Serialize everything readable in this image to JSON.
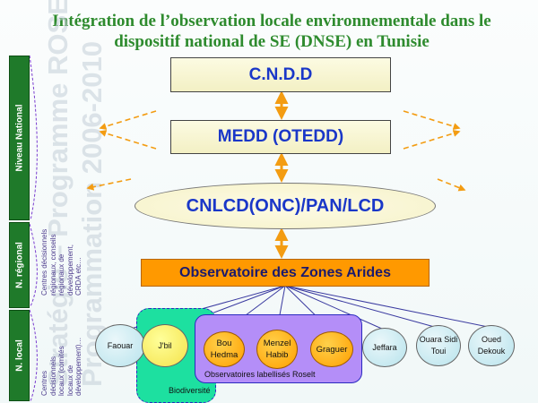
{
  "title": "Intégration de l’observation locale environnementale dans le dispositif national de SE (DNSE) en Tunisie",
  "watermark": {
    "line1": "Stratégie – Programme ROSELT/OSS",
    "line2": "Programmation 2006-2010"
  },
  "levels": [
    {
      "label": "Niveau National"
    },
    {
      "label": "N. régional"
    },
    {
      "label": "N. local"
    }
  ],
  "regional_note": "Centres décisionnels régionaux, conseils régionaux de développement, CRDA etc…",
  "local_note": "Centres décisionnels locaux (comités locaux de développement)…",
  "boxes": {
    "cndd": "C.N.D.D",
    "medd": "MEDD (OTEDD)",
    "cnlcd": "CNLCD(ONC)/PAN/LCD",
    "oza": "Observatoire des Zones Arides"
  },
  "regions": {
    "biodiversite": "Biodiversité",
    "roselt": "Observatoires labellisés Roselt"
  },
  "sites": [
    {
      "name": "Faouar"
    },
    {
      "name": "J'bil"
    },
    {
      "name": "Bou Hedma"
    },
    {
      "name": "Menzel Habib"
    },
    {
      "name": "Graguer"
    },
    {
      "name": "Jeffara"
    },
    {
      "name": "Ouara Sidi Toui"
    },
    {
      "name": "Oued Dekouk"
    }
  ],
  "colors": {
    "title": "#2e8b2e",
    "box_text": "#1a37c8",
    "box_fill": "#f6f3cf",
    "oza_fill": "#ff9900",
    "arrow": "#f39c12",
    "level_column": "#1f7a2a",
    "biodiversite_fill": "#1de0a0",
    "roselt_fill": "#b48ef8"
  }
}
